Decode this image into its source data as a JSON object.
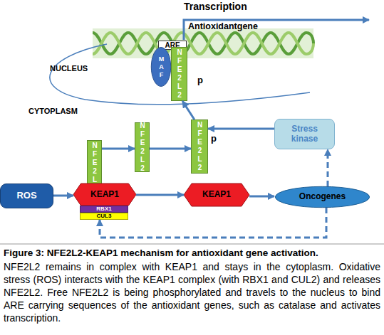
{
  "diagram": {
    "title": "Figure 3: NFE2L2-KEAP1 mechanism for antioxidant gene activation.",
    "caption": "NFE2L2 remains in complex with KEAP1 and stays in the cytoplasm. Oxidative stress (ROS) interacts with the KEAP1 complex (with RBX1 and CUL2) and releases NFE2L2. Free NFE2L2 is being phosphorylated and travels to the nucleus to bind ARE carrying sequences of the antioxidant genes, such as catalase and activates transcription.",
    "nodes": [
      {
        "text": [
          "ARE"
        ]
      },
      {
        "text": [
          "MAF"
        ]
      },
      {
        "text": [
          "NFE2L2"
        ]
      },
      {
        "text": [
          "NFE2L2"
        ]
      },
      {
        "text": [
          "NFE2L2"
        ]
      },
      {
        "text": [
          "NFE2L2"
        ]
      },
      {
        "text": [
          "Stress kinase"
        ]
      },
      {
        "text": [
          "ROS"
        ]
      },
      {
        "text": [
          "KEAP1"
        ]
      },
      {
        "text": [
          "RBX1"
        ]
      },
      {
        "text": [
          "CUL3"
        ]
      },
      {
        "text": [
          "KEAP1"
        ]
      },
      {
        "text": [
          "Oncogenes"
        ]
      }
    ],
    "edges": [
      {
        "from": 3,
        "to": 4,
        "arrow": "to"
      },
      {
        "from": 4,
        "to": 5,
        "arrow": "to"
      },
      {
        "from": 6,
        "to": 5,
        "arrow": "to"
      },
      {
        "from": 5,
        "to": 2,
        "arrow": "to"
      },
      {
        "from": 7,
        "to": 8,
        "arrow": "to"
      },
      {
        "from": 8,
        "to": 11,
        "arrow": "to"
      },
      {
        "from": 11,
        "to": 12,
        "arrow": "to"
      },
      {
        "from": 12,
        "to": 6,
        "arrow": "to"
      },
      {
        "from": 12,
        "to": 10,
        "arrow": "to"
      }
    ],
    "labels": [
      "Transcription",
      "Antioxidantgene",
      "NUCLEUS",
      "p",
      "CYTOPLASM",
      "p"
    ]
  }
}
